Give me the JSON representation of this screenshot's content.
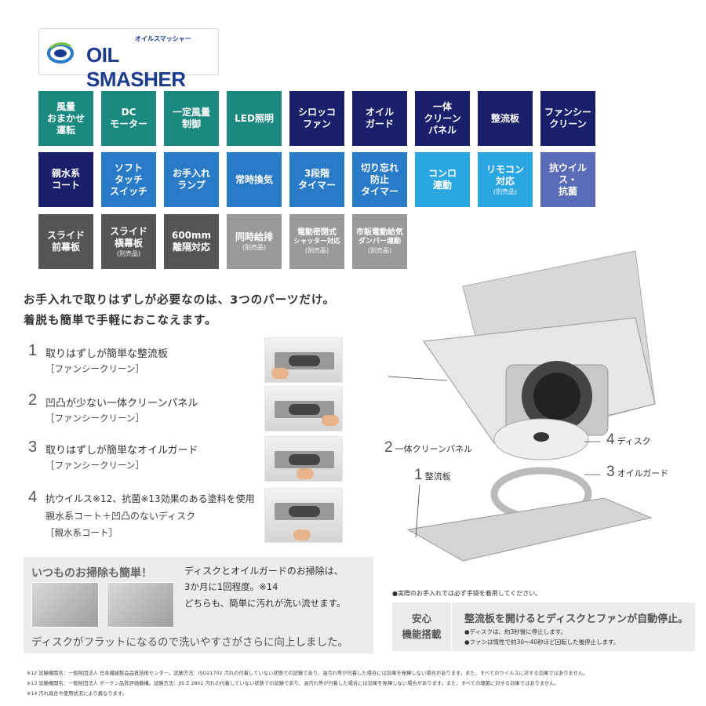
{
  "logo": {
    "kana": "オイルスマッシャー",
    "text": "OIL SMASHER"
  },
  "tiles": [
    {
      "lines": [
        "風量",
        "おまかせ",
        "運転"
      ],
      "sub": ""
    },
    {
      "lines": [
        "DC",
        "モーター"
      ],
      "sub": ""
    },
    {
      "lines": [
        "一定風量",
        "制御"
      ],
      "sub": ""
    },
    {
      "lines": [
        "LED照明"
      ],
      "sub": ""
    },
    {
      "lines": [
        "シロッコ",
        "ファン"
      ],
      "sub": ""
    },
    {
      "lines": [
        "オイル",
        "ガード"
      ],
      "sub": ""
    },
    {
      "lines": [
        "一体",
        "クリーン",
        "パネル"
      ],
      "sub": ""
    },
    {
      "lines": [
        "整流板"
      ],
      "sub": ""
    },
    {
      "lines": [
        "ファンシー",
        "クリーン"
      ],
      "sub": ""
    },
    {
      "lines": [
        "親水系",
        "コート"
      ],
      "sub": ""
    },
    {
      "lines": [
        "ソフト",
        "タッチ",
        "スイッチ"
      ],
      "sub": ""
    },
    {
      "lines": [
        "お手入れ",
        "ランプ"
      ],
      "sub": ""
    },
    {
      "lines": [
        "常時換気"
      ],
      "sub": ""
    },
    {
      "lines": [
        "3段階",
        "タイマー"
      ],
      "sub": ""
    },
    {
      "lines": [
        "切り忘れ",
        "防止",
        "タイマー"
      ],
      "sub": ""
    },
    {
      "lines": [
        "コンロ",
        "連動"
      ],
      "sub": ""
    },
    {
      "lines": [
        "リモコン",
        "対応"
      ],
      "sub": "(別売品)"
    },
    {
      "lines": [
        "抗ウイルス・",
        "抗菌"
      ],
      "sub": ""
    },
    {
      "lines": [
        "スライド",
        "前幕板"
      ],
      "sub": ""
    },
    {
      "lines": [
        "スライド",
        "横幕板"
      ],
      "sub": "(別売品)"
    },
    {
      "lines": [
        "600mm",
        "離隔対応"
      ],
      "sub": ""
    },
    {
      "lines": [
        "同時給排"
      ],
      "sub": "(別売品)"
    },
    {
      "lines": [
        "電動密閉式",
        "シャッター対応"
      ],
      "sub": "(別売品)"
    },
    {
      "lines": [
        "市販電動給気",
        "ダンパー連動"
      ],
      "sub": "(別売品)"
    }
  ],
  "headline": {
    "line1": "お手入れで取りはずしが必要なのは、3つのパーツだけ。",
    "line2": "着脱も簡単で手軽におこなえます。"
  },
  "steps": [
    {
      "num": "1",
      "l1": "取りはずしが簡単な整流板",
      "l2": "［ファンシークリーン］",
      "l3": ""
    },
    {
      "num": "2",
      "l1": "凹凸が少ない一体クリーンパネル",
      "l2": "［ファンシークリーン］",
      "l3": ""
    },
    {
      "num": "3",
      "l1": "取りはずしが簡単なオイルガード",
      "l2": "［ファンシークリーン］",
      "l3": ""
    },
    {
      "num": "4",
      "l1": "抗ウイルス※12、抗菌※13効果のある塗料を使用",
      "l2": "親水系コート＋凹凸のないディスク",
      "l3": "［親水系コート］"
    }
  ],
  "diagram": {
    "labels": [
      {
        "num": "2",
        "text": "一体クリーンパネル"
      },
      {
        "num": "4",
        "text": "ディスク"
      },
      {
        "num": "3",
        "text": "オイルガード"
      },
      {
        "num": "1",
        "text": "整流板"
      }
    ]
  },
  "cleaning": {
    "title": "いつものお掃除も簡単！",
    "desc1": "ディスクとオイルガードのお掃除は、",
    "desc2": "3か月に1回程度。※14",
    "desc3": "どちらも、簡単に汚れが洗い流せます。",
    "bottom": "ディスクがフラットになるので洗いやすさがさらに向上しました。"
  },
  "safety": {
    "note": "●実際のお手入れでは必ず手袋を着用してください。",
    "label1": "安心",
    "label2": "機能搭載",
    "head": "整流板を開けるとディスクとファンが自動停止。",
    "b1": "●ディスクは、約3秒後に停止します。",
    "b2": "●ファンは惰性で約30～40秒ほど回転した後停止します。"
  },
  "footnotes": [
    "※12 試験機関名：一般財団法人 日本繊維製品品質技術センター。試験方法：ISO21702 汚れの付着していない状態での試験であり、油汚れ等が付着した場合には効果を発揮しない場合があります。また、すべてのウイルスに対する効果ではありません。",
    "※13 試験機関名：一般財団法人 ボーケン品質評価機構。試験方法：JIS Z 2801 汚れの付着していない状態での試験であり、油汚れ等が付着した場合には効果を発揮しない場合があります。また、すべての細菌に対する効果ではありません。",
    "※14 汚れ具合や使用状況により異なります。"
  ],
  "colors": {
    "teal": "#1a8a80",
    "navy": "#1a1f6b",
    "blue": "#2a7bc7",
    "sky": "#2aa6e0",
    "lavender": "#5a6bb8",
    "gray": "#555555",
    "light_gray": "#9a9a9a",
    "brand": "#1b3c8c"
  }
}
